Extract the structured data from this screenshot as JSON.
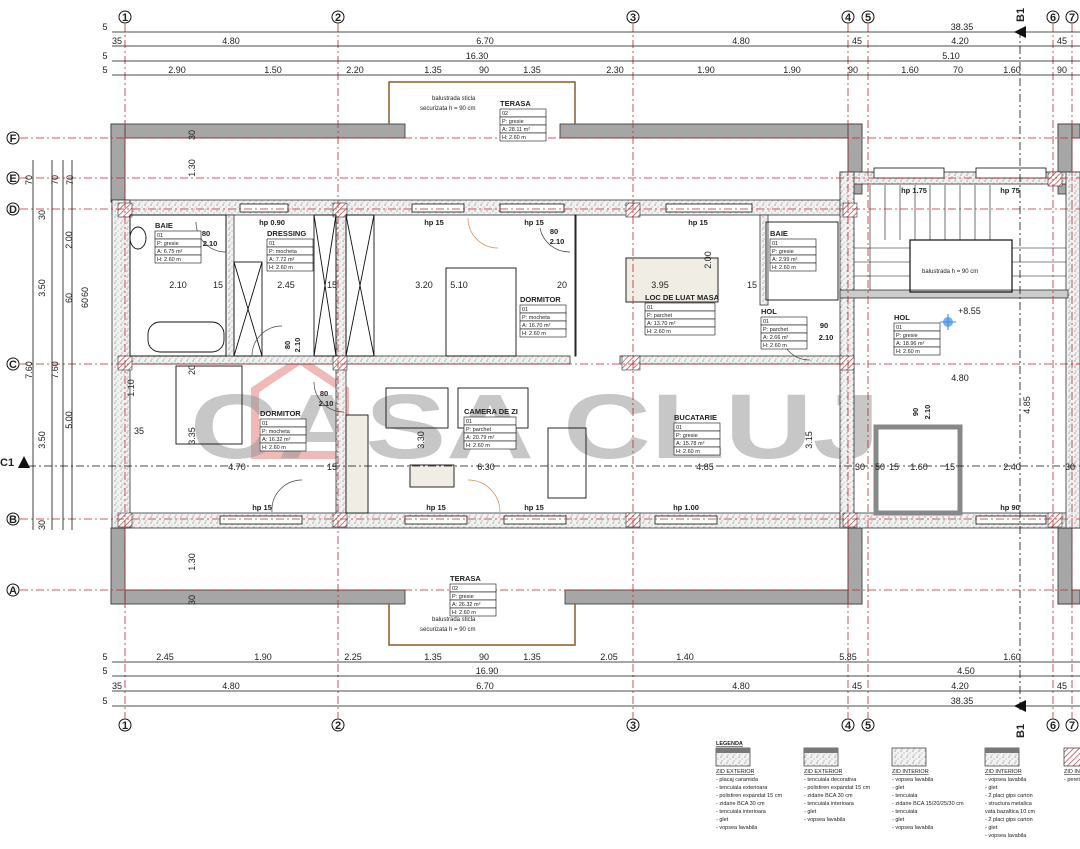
{
  "grid_axes": {
    "vertical": [
      "1",
      "2",
      "3",
      "4",
      "5",
      "6",
      "7"
    ],
    "horizontal": [
      "F",
      "E",
      "D",
      "C",
      "B",
      "A"
    ],
    "section_marks": [
      "B1",
      "C1"
    ]
  },
  "dimensions": {
    "top": [
      [
        "5",
        "38.35"
      ],
      [
        "35",
        "4.80",
        "6.70",
        "4.80",
        "45",
        "4.20",
        "45"
      ],
      [
        "5",
        "16.30",
        "5.10"
      ],
      [
        "5",
        "2.90",
        "1.50",
        "2.20",
        "1.35",
        "90",
        "1.35",
        "2.30",
        "1.90",
        "1.90",
        "90",
        "1.60",
        "70",
        "1.60",
        "90"
      ]
    ],
    "bottom": [
      [
        "5",
        "2.45",
        "1.90",
        "2.25",
        "1.35",
        "90",
        "1.35",
        "2.05",
        "1.40",
        "5.85",
        "1.60"
      ],
      [
        "5",
        "16.90",
        "4.50"
      ],
      [
        "35",
        "4.80",
        "6.70",
        "4.80",
        "45",
        "4.20",
        "45"
      ],
      [
        "5",
        "38.35"
      ]
    ],
    "left": [
      "70",
      "70",
      "70",
      "30",
      "3.50",
      "2.00",
      "60",
      "60",
      "60",
      "7.60",
      "7.60",
      "3.50",
      "5.00",
      "30"
    ],
    "interior": [
      "2.10",
      "15",
      "2.45",
      "15",
      "3.20",
      "5.10",
      "20",
      "3.95",
      "2.00",
      "15",
      "4.70",
      "15",
      "3.30",
      "6.30",
      "4.85",
      "3.15",
      "4.80",
      "4.85",
      "2.40",
      "1.60",
      "15",
      "15",
      "50",
      "30",
      "30",
      "1.10",
      "35",
      "3.35",
      "20",
      "1.30",
      "1.30",
      "30",
      "30"
    ]
  },
  "openings": {
    "windows": [
      "hp 0.90",
      "hp 15",
      "hp 15",
      "hp 15",
      "hp 1.75",
      "hp 75",
      "hp 15",
      "hp 15",
      "hp 15",
      "hp 1.00",
      "hp 90"
    ],
    "door_labels": [
      "80",
      "2.10",
      "80",
      "2.10",
      "80",
      "2.10",
      "80",
      "2.10",
      "90",
      "2.10",
      "90",
      "2.10"
    ]
  },
  "rooms": [
    {
      "name": "TERASA",
      "code": "02",
      "floor": "P:   gresie",
      "area": "A: 28.11 m²",
      "height": "H: 2.60 m"
    },
    {
      "name": "BAIE",
      "code": "01",
      "floor": "P:   gresie",
      "area": "A: 6.75 m²",
      "height": "H: 2.60 m"
    },
    {
      "name": "DRESSING",
      "code": "01",
      "floor": "P: mocheta",
      "area": "A:  7.72 m²",
      "height": "H:  2.60 m"
    },
    {
      "name": "DORMITOR",
      "code": "01",
      "floor": "P:  mocheta",
      "area": "A:  16.70 m²",
      "height": "H:   2.60 m"
    },
    {
      "name": "LOC DE LUAT MASA",
      "code": "01",
      "floor": "P:           parchet",
      "area": "A:         13.70 m²",
      "height": "H:           2.60 m"
    },
    {
      "name": "BAIE",
      "code": "01",
      "floor": "P:   gresie",
      "area": "A: 2.99 m²",
      "height": "H: 2.60 m"
    },
    {
      "name": "HOL",
      "code": "01",
      "floor": "P: parchet",
      "area": "A: 2.66 m²",
      "height": "H: 2.60 m"
    },
    {
      "name": "HOL",
      "code": "01",
      "floor": "P:     gresie",
      "area": "A: 18.96 m²",
      "height": "H:  2.60 m"
    },
    {
      "name": "DORMITOR",
      "code": "01",
      "floor": "P:  mocheta",
      "area": "A: 16.32 m²",
      "height": "H:   2.60 m"
    },
    {
      "name": "CAMERA DE ZI",
      "code": "01",
      "floor": "P:       parchet",
      "area": "A:     20.79 m²",
      "height": "H:       2.60 m"
    },
    {
      "name": "BUCATARIE",
      "code": "01",
      "floor": "P:      gresie",
      "area": "A:  15.78 m²",
      "height": "H:   2.60 m"
    },
    {
      "name": "TERASA",
      "code": "02",
      "floor": "P:    gresie",
      "area": "A: 26.32 m²",
      "height": "H:  2.60 m"
    }
  ],
  "annotations": {
    "balustrade_top": [
      "balustrada sticla",
      "securizata h = 90 cm"
    ],
    "balustrade_bottom": [
      "balustrada sticla",
      "securizata h = 90 cm"
    ],
    "stair_balustrade": "balustrada  h = 90 cm",
    "level": "+8.55"
  },
  "watermark": "CASA CLUJ",
  "legend": {
    "title": "LEGENDA",
    "columns": [
      {
        "title": "ZID EXTERIOR",
        "items": [
          "- placaj caramida",
          "- tencuiala exterioara",
          "- polistiren expandat 15 cm",
          "- zidarie BCA 30 cm",
          "- tencuiala interioara",
          "- glet",
          "- vopsea lavabila"
        ]
      },
      {
        "title": "ZID EXTERIOR",
        "items": [
          "- tencuiala decorativa",
          "- polistiren expandat 15 cm",
          "- zidarie BCA 30 cm",
          "- tencuiala interioara",
          "- glet",
          "- vopsea lavabila"
        ]
      },
      {
        "title": "ZID INTERIOR",
        "items": [
          "- vopsea lavabila",
          "- glet",
          "- tencuiala",
          "- zidarie BCA 15/20/25/30 cm",
          "- tencuiala",
          "- glet",
          "- vopsea lavabila"
        ]
      },
      {
        "title": "ZID INTERIOR",
        "items": [
          "- vopsea lavabila",
          "- glet",
          "- 2 placi gips carton",
          "- structura metalica",
          "  vata bazaltica 10 cm",
          "- 2 placi gips carton",
          "- glet",
          "- vopsea lavabila"
        ]
      },
      {
        "title": "ZID INT",
        "items": [
          "- perete"
        ]
      }
    ]
  },
  "colors": {
    "grid_line": "#c0272d",
    "concrete_wall": "#a6a6a6",
    "balustrade": "#8b5a2b",
    "door_swing": "#d08a50",
    "watermark_accent": "#e0746f",
    "level_marker": "#3a8ee6"
  }
}
